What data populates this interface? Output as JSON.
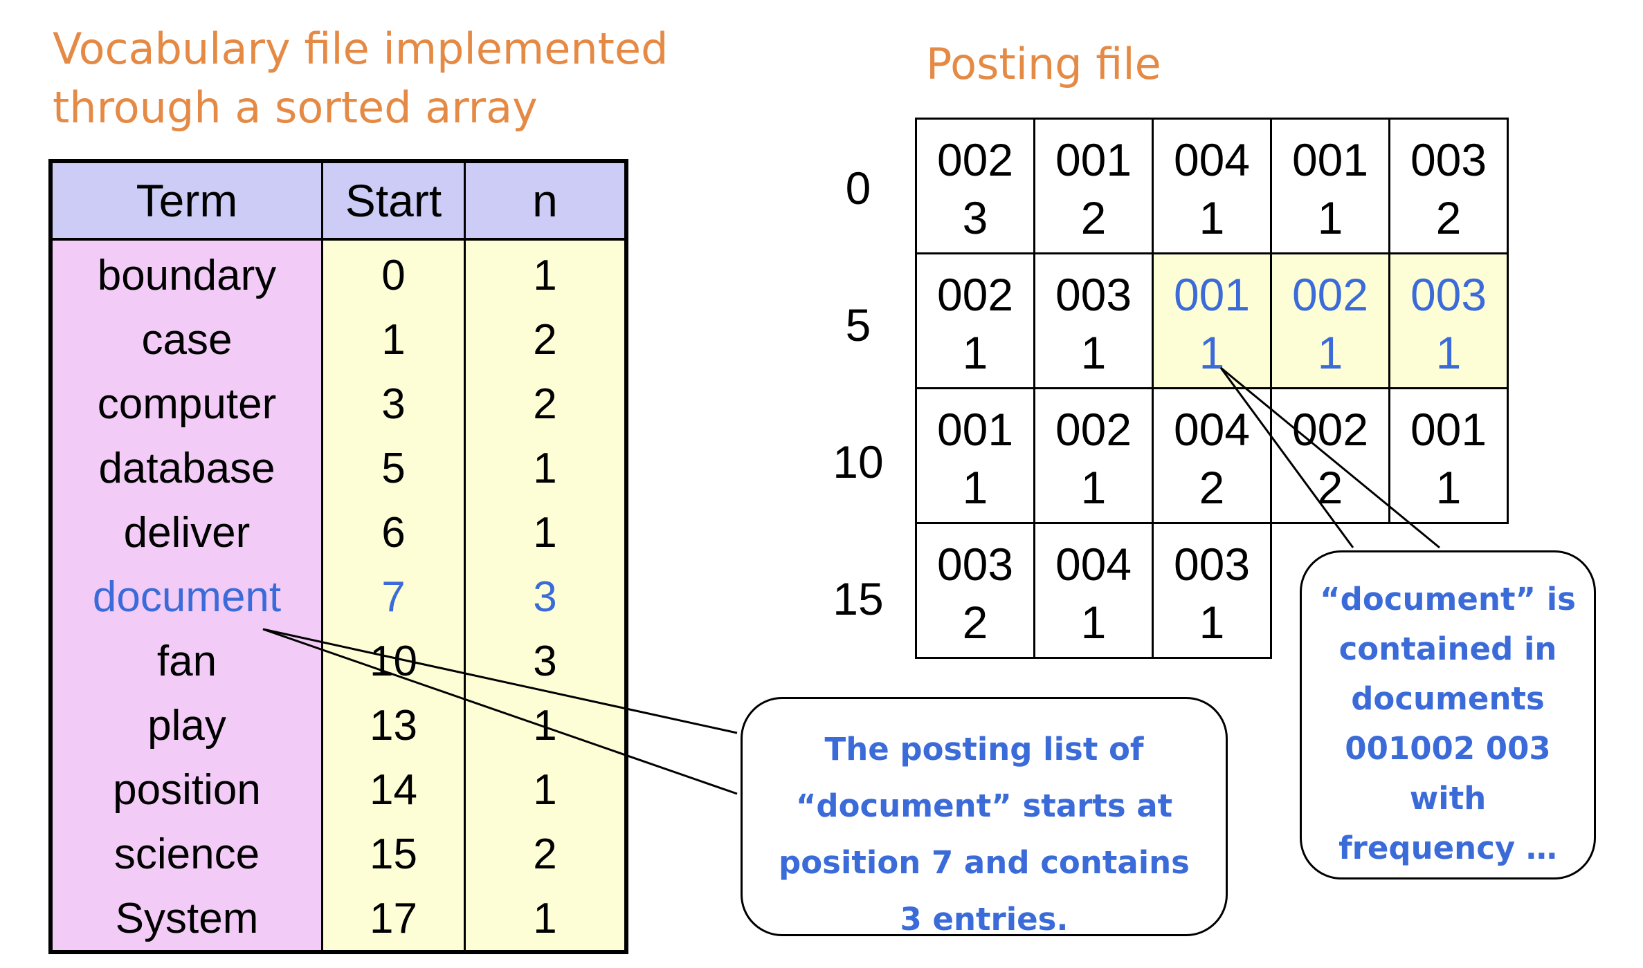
{
  "vocabulary": {
    "title_lines": [
      "Vocabulary  file implemented",
      "through a sorted array"
    ],
    "headers": [
      "Term",
      "Start",
      "n"
    ],
    "rows": [
      {
        "term": "boundary",
        "start": "0",
        "n": "1"
      },
      {
        "term": "case",
        "start": "1",
        "n": "2"
      },
      {
        "term": "computer",
        "start": "3",
        "n": "2"
      },
      {
        "term": "database",
        "start": "5",
        "n": "1"
      },
      {
        "term": "deliver",
        "start": "6",
        "n": "1"
      },
      {
        "term": "document",
        "start": "7",
        "n": "3",
        "highlight": true
      },
      {
        "term": "fan",
        "start": "10",
        "n": "3"
      },
      {
        "term": "play",
        "start": "13",
        "n": "1"
      },
      {
        "term": "position",
        "start": "14",
        "n": "1"
      },
      {
        "term": "science",
        "start": "15",
        "n": "2"
      },
      {
        "term": "System",
        "start": "17",
        "n": "1"
      }
    ]
  },
  "posting": {
    "title": "Posting file",
    "row_labels": [
      "0",
      "5",
      "10",
      "15"
    ],
    "cells": [
      {
        "doc": "002",
        "freq": "3"
      },
      {
        "doc": "001",
        "freq": "2"
      },
      {
        "doc": "004",
        "freq": "1"
      },
      {
        "doc": "001",
        "freq": "1"
      },
      {
        "doc": "003",
        "freq": "2"
      },
      {
        "doc": "002",
        "freq": "1"
      },
      {
        "doc": "003",
        "freq": "1"
      },
      {
        "doc": "001",
        "freq": "1",
        "highlight": true
      },
      {
        "doc": "002",
        "freq": "1",
        "highlight": true
      },
      {
        "doc": "003",
        "freq": "1",
        "highlight": true
      },
      {
        "doc": "001",
        "freq": "1"
      },
      {
        "doc": "002",
        "freq": "1"
      },
      {
        "doc": "004",
        "freq": "2"
      },
      {
        "doc": "002",
        "freq": "2"
      },
      {
        "doc": "001",
        "freq": "1"
      },
      {
        "doc": "003",
        "freq": "2"
      },
      {
        "doc": "004",
        "freq": "1"
      },
      {
        "doc": "003",
        "freq": "1"
      }
    ]
  },
  "callouts": {
    "start_note": [
      "The posting list of",
      "“document” starts at",
      "position  7 and contains",
      "3 entries."
    ],
    "docs_note": [
      "“document” is",
      "contained in",
      "documents",
      "001002 003",
      "with",
      "frequency …"
    ]
  },
  "colors": {
    "title": "#E58A45",
    "highlight_text": "#3B6BD8",
    "term_column_bg": "#F2CCF6",
    "value_column_bg": "#FDFDD6",
    "header_bg": "#CCCCF6"
  }
}
